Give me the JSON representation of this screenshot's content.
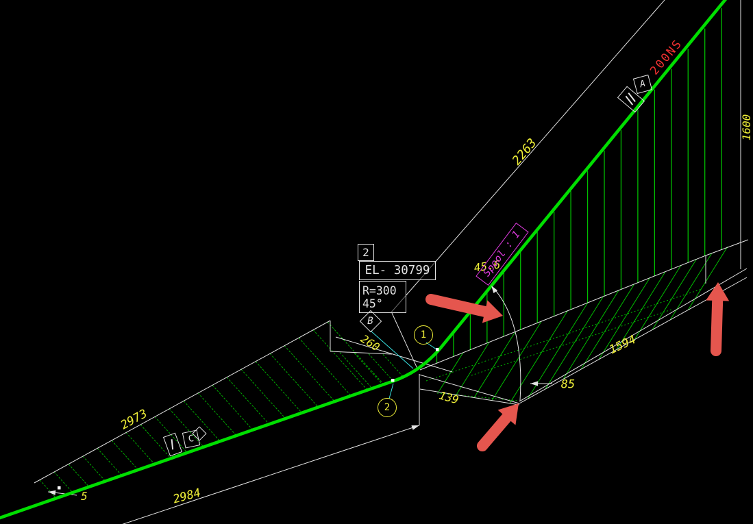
{
  "drawing": {
    "type": "piping-isometric-cad-view",
    "labels": {
      "dim_2263": "2263",
      "dim_1600": "1600",
      "pipe_size": "200NS",
      "spool": "Spool : 1",
      "dim_45_6": "45.6",
      "callout_point": "2",
      "elevation": "EL- 30799",
      "radius": "R=300",
      "angle": "45°",
      "flange_tag": "B",
      "node_1": "1",
      "node_2": "2",
      "dim_260": "260",
      "dim_139": "139",
      "dim_85": "85",
      "dim_1594": "1594",
      "dim_2973": "2973",
      "dim_2984": "2984",
      "dim_5": "5",
      "flag_a": "A",
      "flag_c": "C"
    },
    "colors": {
      "background": "#000000",
      "pipe_green": "#00df00",
      "hatch_riser": "#00bd00",
      "hatch_left": "#00ad00",
      "line_white": "#e3e3e3",
      "dim_yellow": "#efef38",
      "leader_cyan": "#38e2e2",
      "spool_magenta": "#e23ce2",
      "size_red": "#ef3030",
      "marker_red": "#e5564e"
    }
  }
}
